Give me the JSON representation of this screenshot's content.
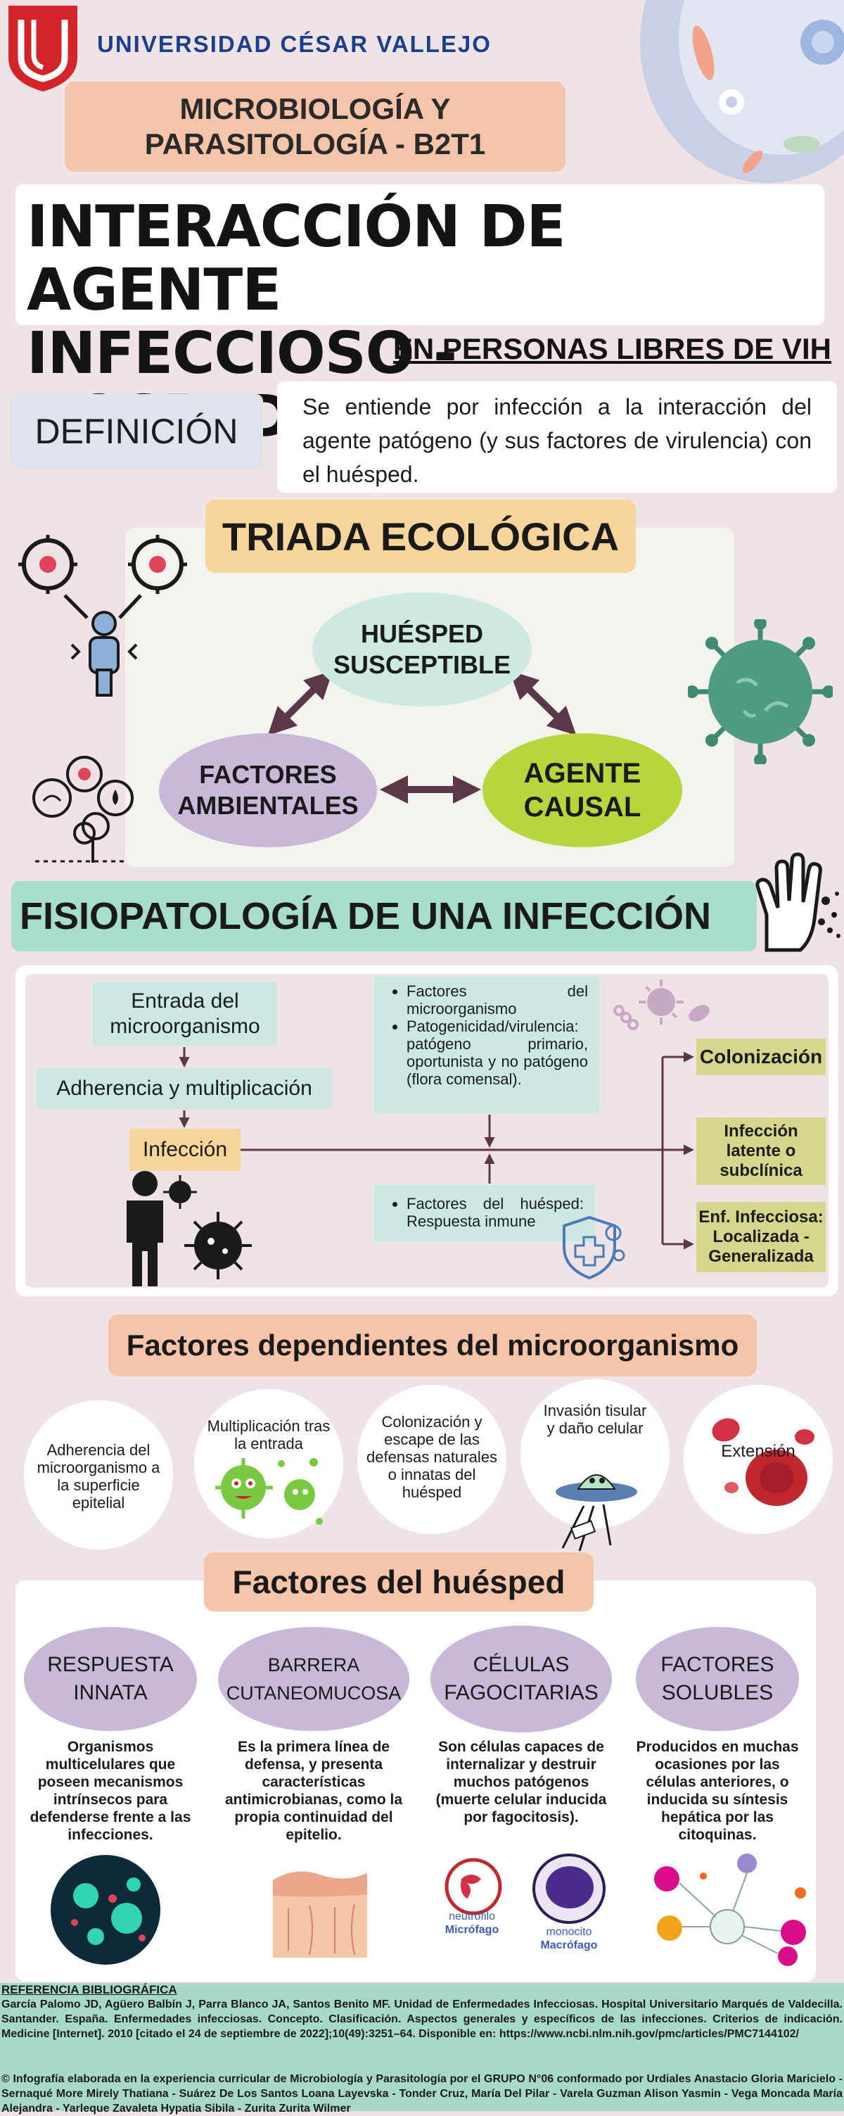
{
  "header": {
    "university": "UNIVERSIDAD CÉSAR VALLEJO",
    "course_line1": "MICROBIOLOGÍA Y",
    "course_line2": "PARASITOLOGÍA - B2T1",
    "title_line1": "INTERACCIÓN DE AGENTE",
    "title_line2": "INFECCIOSO - HOSPEDADOR",
    "subtitle": "EN PERSONAS LIBRES DE VIH"
  },
  "definition": {
    "label": "DEFINICIÓN",
    "text": "Se entiende por infección a la interacción del agente patógeno (y sus factores de virulencia) con el huésped."
  },
  "triad": {
    "title": "TRIADA ECOLÓGICA",
    "huesped_line1": "HUÉSPED",
    "huesped_line2": "SUSCEPTIBLE",
    "factores_line1": "FACTORES",
    "factores_line2": "AMBIENTALES",
    "agente_line1": "AGENTE",
    "agente_line2": "CAUSAL"
  },
  "fisiopatologia": {
    "title": "FISIOPATOLOGÍA DE  UNA INFECCIÓN",
    "entrada_line1": "Entrada del",
    "entrada_line2": "microorganismo",
    "adherencia": "Adherencia y multiplicación",
    "infeccion": "Infección",
    "micro_factors": [
      "Factores del microorganismo",
      "Patogenicidad/virulencia: patógeno primario, oportunista y no patógeno (flora comensal)."
    ],
    "host_factors": [
      "Factores del huésped: Respuesta inmune"
    ],
    "colonizacion": "Colonización",
    "latente": "Infección latente o subclínica",
    "enf_line1": "Enf. Infecciosa:",
    "enf_line2": "Localizada -",
    "enf_line3": "Generalizada"
  },
  "factores_micro": {
    "title": "Factores dependientes del microorganismo",
    "items": [
      "Adherencia del microorganismo a la superficie epitelial",
      "Multiplicación tras la entrada",
      "Colonización y escape de las defensas naturales o innatas del huésped",
      "Invasión tisular y daño celular",
      "Extensión"
    ]
  },
  "factores_huesped": {
    "title": "Factores del huésped",
    "items": [
      {
        "name_line1": "RESPUESTA",
        "name_line2": "INNATA",
        "desc": "Organismos multicelulares que poseen mecanismos intrínsecos para defenderse frente a las infecciones."
      },
      {
        "name_line1": "BARRERA",
        "name_line2": "CUTANEOMUCOSA",
        "desc": "Es la primera línea de defensa, y presenta características antimicrobianas, como la propia continuidad del epitelio."
      },
      {
        "name_line1": "CÉLULAS",
        "name_line2": "FAGOCITARIAS",
        "desc": "Son células capaces de internalizar y destruir muchos patógenos (muerte celular inducida por fagocitosis)."
      },
      {
        "name_line1": "FACTORES",
        "name_line2": "SOLUBLES",
        "desc": "Producidos en muchas ocasiones por las células anteriores, o inducida su síntesis hepática por las citoquinas."
      }
    ],
    "neutrofilo_line1": "neutrófilo",
    "neutrofilo_line2": "Micrófago",
    "monocito_line1": "monocito",
    "monocito_line2": "Macrófago"
  },
  "references": {
    "title": "REFERENCIA BIBLIOGRÁFICA",
    "body": "García Palomo JD, Agüero Balbín J, Parra Blanco JA, Santos Benito MF. Unidad de Enfermedades Infecciosas. Hospital Universitario Marqués de Valdecilla. Santander. España. Enfermedades infecciosas. Concepto. Clasificación. Aspectos generales y específicos de las infecciones. Criterios de indicación. Medicine [Internet]. 2010 [citado el 24 de septiembre de 2022];10(49):3251–64. Disponible en: https://www.ncbi.nlm.nih.gov/pmc/articles/PMC7144102/",
    "credit": "© Infografía elaborada en la experiencia curricular de Microbiología y Parasitología por el GRUPO N°06 conformado por Urdiales Anastacio Gloria Maricielo - Sernaqué More Mirely Thatiana - Suárez De Los Santos Loana Layevska - Tonder Cruz, María Del Pilar - Varela Guzman Alison Yasmin - Vega Moncada María Alejandra - Yarleque Zavaleta Hypatia Sibila - Zurita Zurita Wilmer"
  },
  "colors": {
    "background": "#efe3e6",
    "brand_red": "#d3242a",
    "brand_blue": "#1b3f8f",
    "peach": "#f6c5a9",
    "teal": "#a8dccc",
    "lilac": "#c8b9d9",
    "lime": "#b7d63c",
    "arrow": "#5a3848"
  },
  "icons": [
    "university-shield-logo",
    "cell-illustration",
    "virus-icon",
    "person-icon",
    "environment-icon",
    "coronavirus-icon",
    "hand-germs-icon",
    "bacteria-icon",
    "shield-virus-icon",
    "alien-ufo-icon",
    "red-blood-cell-icon",
    "neutrophil-icon",
    "monocyte-icon"
  ]
}
